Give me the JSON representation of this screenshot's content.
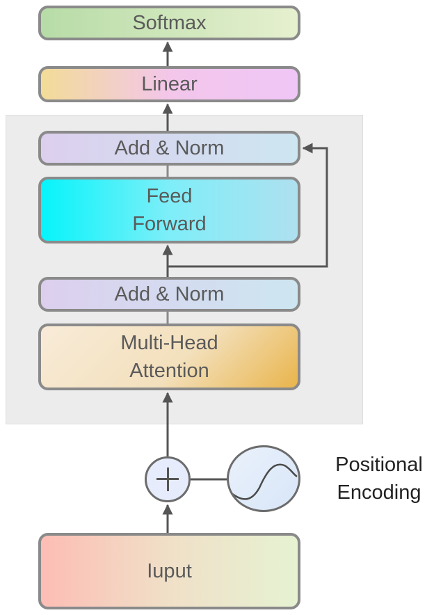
{
  "blocks": {
    "softmax": "Softmax",
    "linear": "Linear",
    "add_norm_top": "Add & Norm",
    "feed_forward": "Feed\nForward",
    "add_norm_bottom": "Add & Norm",
    "multi_head_attention": "Multi-Head\nAttention",
    "input": "Iuput"
  },
  "positional_encoding": {
    "label": "Positional\nEncoding",
    "adder_symbol": "plus-icon",
    "signal_symbol": "sine-wave-icon"
  },
  "colors": {
    "border": "#8a8a8a",
    "arrow": "#555555",
    "block_region": "#ececec",
    "text": "#5a5a5a"
  }
}
